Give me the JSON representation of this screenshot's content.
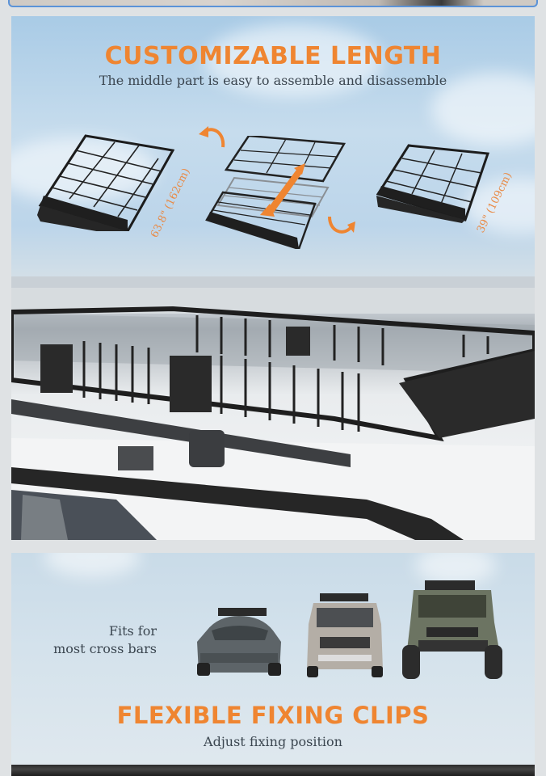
{
  "section_customizable": {
    "title": "CUSTOMIZABLE LENGTH",
    "subtitle": "The middle part is easy to assemble and disassemble",
    "long_rack_dimension": "63.8\" (162cm)",
    "short_rack_dimension": "39\" (109cm)",
    "icons": [
      "rotate-left-arrow-icon",
      "double-arrow-icon",
      "rotate-right-arrow-icon"
    ]
  },
  "section_fits": {
    "line1": "Fits for",
    "line2": "most cross bars",
    "vehicles": [
      "sedan",
      "suv",
      "off-road-jeep"
    ]
  },
  "section_clips": {
    "title": "FLEXIBLE FIXING CLIPS",
    "subtitle": "Adjust fixing position"
  },
  "colors": {
    "accent_orange": "#ef8531",
    "text_dark": "#3b4650",
    "top_border_blue": "#5b93d8"
  }
}
